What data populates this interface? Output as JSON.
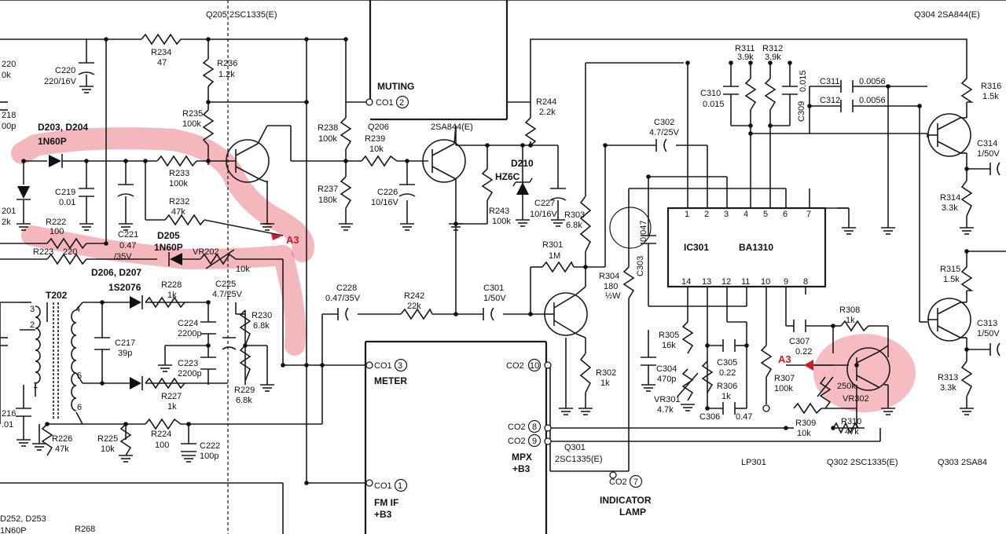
{
  "transistors": {
    "q205": "Q205   2SC1335(E)",
    "q206": "Q206",
    "q206_type": "2SA844(E)",
    "q304": "Q304   2SA844(E)",
    "q301": "Q301",
    "q301_type": "2SC1335(E)",
    "q302": "Q302   2SC1335(E)",
    "q303": "Q303   2SA84"
  },
  "ic": {
    "name": "IC301",
    "part": "BA1310",
    "pins": [
      "1",
      "2",
      "3",
      "4",
      "5",
      "6",
      "7",
      "14",
      "13",
      "12",
      "11",
      "10",
      "9",
      "8"
    ]
  },
  "connectors": {
    "muting": "MUTING",
    "co1_2": "CO1",
    "co1_2n": "2",
    "co1_3": "CO1",
    "co1_3n": "3",
    "meter": "METER",
    "co1_1": "CO1",
    "co1_1n": "1",
    "fm_if": "FM IF",
    "fm_if_b3": "+B3",
    "co2_10": "CO2",
    "co2_10n": "10",
    "co2_8": "CO2",
    "co2_8n": "8",
    "co2_9": "CO2",
    "co2_9n": "9",
    "mpx": "MPX",
    "mpx_b3": "+B3",
    "co2_7": "CO2",
    "co2_7n": "7",
    "indicator": "INDICATOR",
    "lamp": "LAMP",
    "lp301": "LP301"
  },
  "markers": {
    "a3_left": "A3",
    "a3_right": "A3"
  },
  "diodes": {
    "d203": "D203, D204",
    "d203v": "1N60P",
    "d205": "D205",
    "d205v": "1N60P",
    "d206": "D206, D207",
    "d206v": "1S2076",
    "d210": "D210",
    "d210v": "HZ6C",
    "d252": "D252, D253",
    "d252v": "1N60P"
  },
  "transformer": {
    "name": "T202",
    "p3": "3",
    "p2": "2",
    "p1": "1",
    "p4": "4",
    "p5": "5",
    "p6": "6"
  },
  "parts": {
    "r234": "R234",
    "r234v": "47",
    "r236": "R236",
    "r236v": "1.2k",
    "r235": "R235",
    "r235v": "100k",
    "r233": "R233",
    "r233v": "100k",
    "r232": "R232",
    "r232v": "47k",
    "r238": "R238",
    "r238v": "100k",
    "r239": "R239",
    "r239v": "10k",
    "r237": "R237",
    "r237v": "180k",
    "r222": "R222",
    "r222v": "100",
    "r223": "R223",
    "r223v": "220",
    "r228": "R228",
    "r228v": "1k",
    "r227": "R227",
    "r227v": "1k",
    "r230": "R230",
    "r230v": "6.8k",
    "r229": "R229",
    "r229v": "6.8k",
    "r226": "R226",
    "r226v": "47k",
    "r225": "R225",
    "r225v": "10k",
    "r224": "R224",
    "r224v": "100",
    "r242": "R242",
    "r242v": "22k",
    "r244": "R244",
    "r244v": "2.2k",
    "r243": "R243",
    "r243v": "100k",
    "r303": "R303",
    "r303v": "6.8k",
    "r301": "R301",
    "r301v": "1M",
    "r304": "R304",
    "r304v": "180",
    "r304w": "½W",
    "r302": "R302",
    "r302v": "1k",
    "r305": "R305",
    "r305v": "16k",
    "r306": "R306",
    "r306v": "1k",
    "r307": "R307",
    "r307v": "100k",
    "r308": "R308",
    "r308v": "1k",
    "r309": "R309",
    "r309v": "10k",
    "r310": "R310",
    "r310v": "47k",
    "r311": "R311",
    "r311v": "3.9k",
    "r312": "R312",
    "r312v": "3.9k",
    "r313": "R313",
    "r313v": "3.3k",
    "r314": "R314",
    "r314v": "3.3k",
    "r315": "R315",
    "r315v": "1.5k",
    "r316": "R316",
    "r316v": "1.5k",
    "c220": "C220",
    "c220v": "220/16V",
    "c219": "C219",
    "c219v": "0.01",
    "c221": "C221",
    "c221v": "0.47",
    "c221v2": "/35V",
    "c224": "C224",
    "c224v": "2200p",
    "c223": "C223",
    "c223v": "2200p",
    "c225": "C225",
    "c225v": "4.7/25V",
    "c217": "C217",
    "c217v": "39p",
    "c222": "C222",
    "c222v": "100p",
    "c226": "C226",
    "c226v": "10/16V",
    "c227": "C227",
    "c227v": "10/16V",
    "c228": "C228",
    "c228v": "0.47/35V",
    "c301": "C301",
    "c301v": "1/50V",
    "c302": "C302",
    "c302v": "4.7/25V",
    "c303": "C303",
    "c303v": "0.047",
    "c304": "C304",
    "c304v": "470p",
    "c305": "C305",
    "c305v": "0.22",
    "c306": "C306",
    "c306v": "0.47",
    "c307": "C307",
    "c307v": "0.22",
    "c309": "C309",
    "c309v": "0.015",
    "c310": "C310",
    "c310v": "0.015",
    "c311": "C311",
    "c311v": "0.0056",
    "c312": "C312",
    "c312v": "0.0056",
    "c313": "C313",
    "c313v": "1/50V",
    "c314": "C314",
    "c314v": "1/50V",
    "vr202": "VR202",
    "vr202v": "10k",
    "vr301": "VR301",
    "vr301v": "4.7k",
    "vr302": "VR302",
    "vr302v": "250k"
  },
  "edge_fragments": {
    "r220": "220",
    "r220v": "0k",
    "c218": "218",
    "c218v": "00p",
    "r201": "201",
    "r201v": "2k",
    "c216": "216",
    "c216v": ".01",
    "r268": "R268"
  }
}
